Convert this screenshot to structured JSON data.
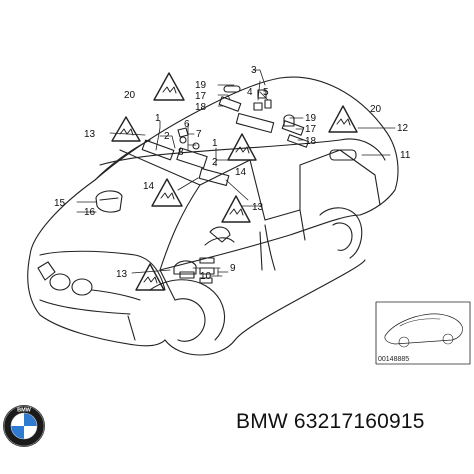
{
  "callouts": {
    "c1a": "1",
    "c2a": "2",
    "c3": "3",
    "c4": "4",
    "c5": "5",
    "c6": "6",
    "c7": "7",
    "c8": "8",
    "c9": "9",
    "c10": "10",
    "c11": "11",
    "c12": "12",
    "c13a": "13",
    "c13b": "13",
    "c13c": "13",
    "c14a": "14",
    "c14b": "14",
    "c15": "15",
    "c16": "16",
    "c17a": "17",
    "c17b": "17",
    "c18a": "18",
    "c18b": "18",
    "c19a": "19",
    "c19b": "19",
    "c20a": "20",
    "c20b": "20",
    "c1b": "1",
    "c2b": "2"
  },
  "inset": {
    "code": "00148885"
  },
  "footer": {
    "brand": "BMW",
    "part_number": "63217160915"
  },
  "logo": {
    "brand_letters": "BMW"
  }
}
